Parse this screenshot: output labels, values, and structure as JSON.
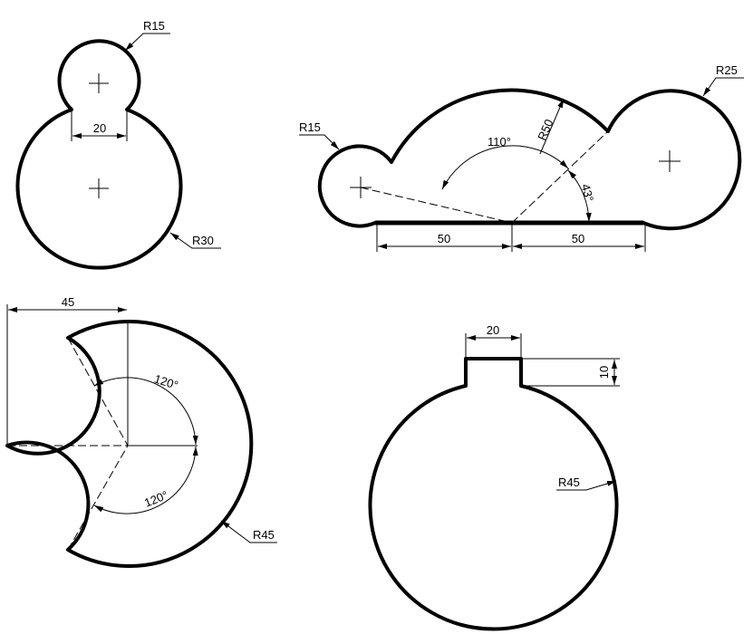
{
  "figure_1": {
    "label_r15": "R15",
    "label_20": "20",
    "label_r30": "R30"
  },
  "figure_2": {
    "label_r15": "R15",
    "label_r50": "R50",
    "label_r25": "R25",
    "label_110": "110°",
    "label_43": "43°",
    "label_50_left": "50",
    "label_50_right": "50"
  },
  "figure_3": {
    "label_45": "45",
    "label_120_top": "120°",
    "label_120_bottom": "120°",
    "label_r45": "R45"
  },
  "figure_4": {
    "label_20": "20",
    "label_10": "10",
    "label_r45": "R45"
  },
  "colors": {
    "stroke": "#000000",
    "background": "#ffffff"
  }
}
